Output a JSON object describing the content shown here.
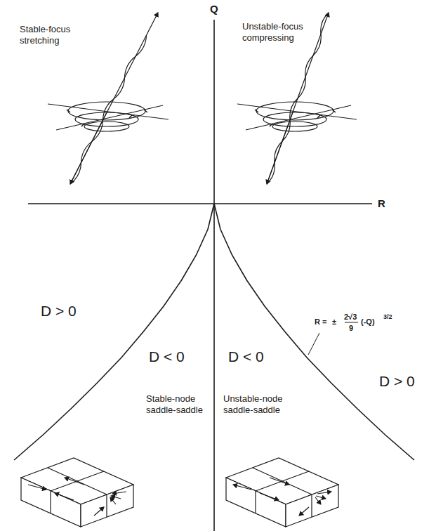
{
  "diagram": {
    "labels": [
      "Q",
      "R",
      "Stable-focus stretching",
      "Unstable-focus compressing",
      "D > 0",
      "D < 0",
      "D < 0",
      "D > 0",
      "Stable-node saddle-saddle",
      "Unstable-node saddle-saddle",
      "R =",
      "±",
      "2√3",
      "9",
      "(-Q)",
      "3/2"
    ]
  }
}
